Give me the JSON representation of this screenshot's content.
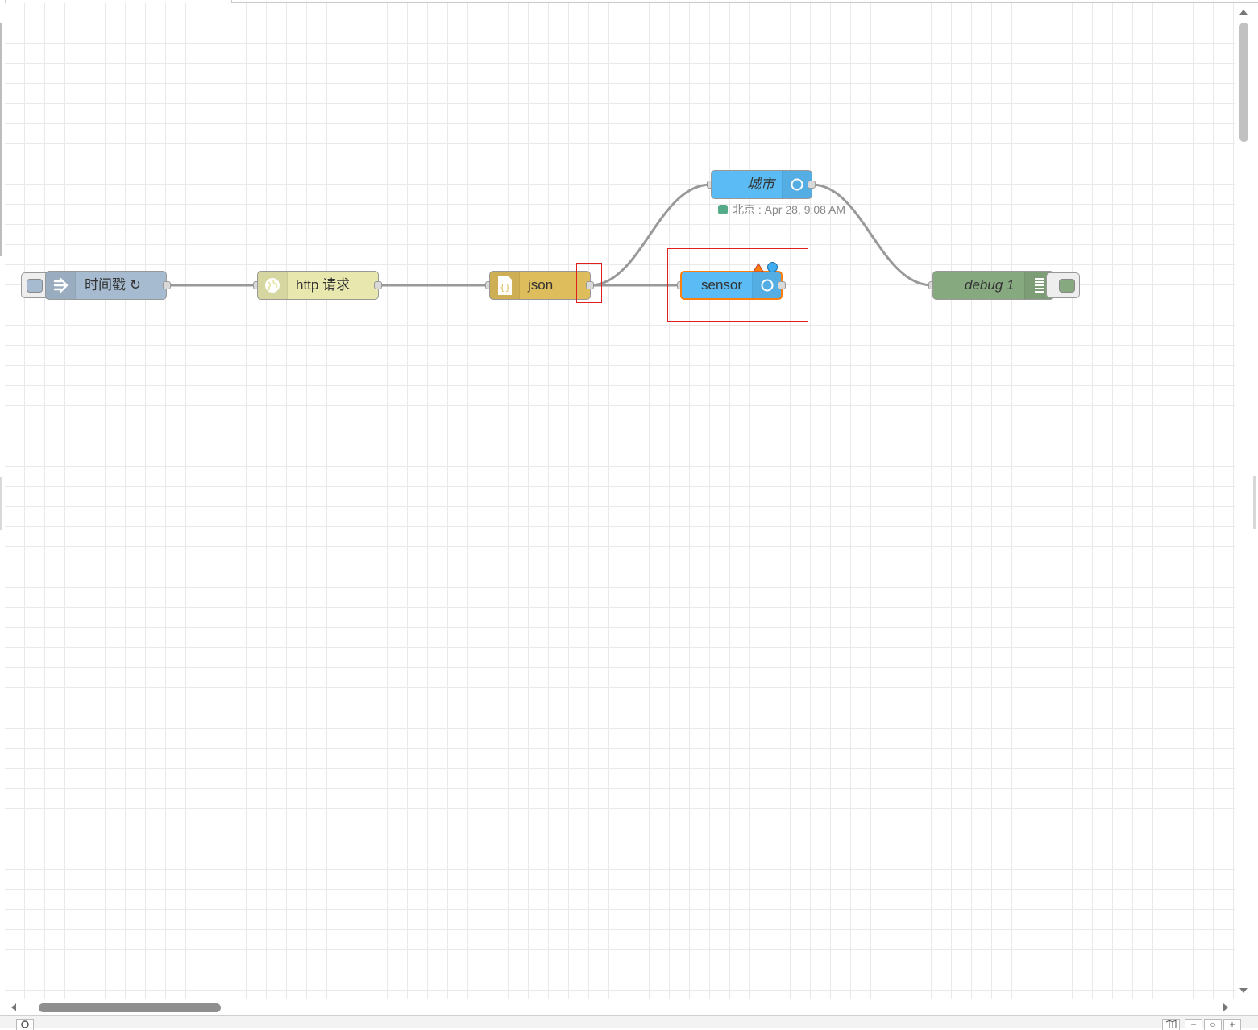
{
  "editor": {
    "nodes": {
      "inject": {
        "label": "时间戳 ↻",
        "icon": "arrow-right-icon",
        "color": "#a6bbcf"
      },
      "http": {
        "label": "http 请求",
        "icon": "globe-icon",
        "color": "#e7e7ae"
      },
      "json": {
        "label": "json",
        "icon": "json-braces-icon",
        "color": "#debd5c"
      },
      "city": {
        "label": "城市",
        "icon": "circle-icon",
        "color": "#3fadf0",
        "status": "北京 : Apr 28, 9:08 AM",
        "status_color": "#5a8"
      },
      "sensor": {
        "label": "sensor",
        "icon": "circle-icon",
        "color": "#3fadf0",
        "selected": true,
        "changed_indicator": "warning-triangle-icon",
        "deploy_indicator": "blue-dot-icon"
      },
      "debug": {
        "label": "debug 1",
        "icon": "debug-lines-icon",
        "color": "#87a980"
      }
    }
  },
  "footer": {
    "search_icon": "search-icon",
    "map_icon": "map-icon",
    "zoom_out": "−",
    "zoom_reset": "○",
    "zoom_in": "+"
  },
  "colors": {
    "grid": "#e9e9e9",
    "wire": "#999999",
    "highlight": "#e02020"
  }
}
